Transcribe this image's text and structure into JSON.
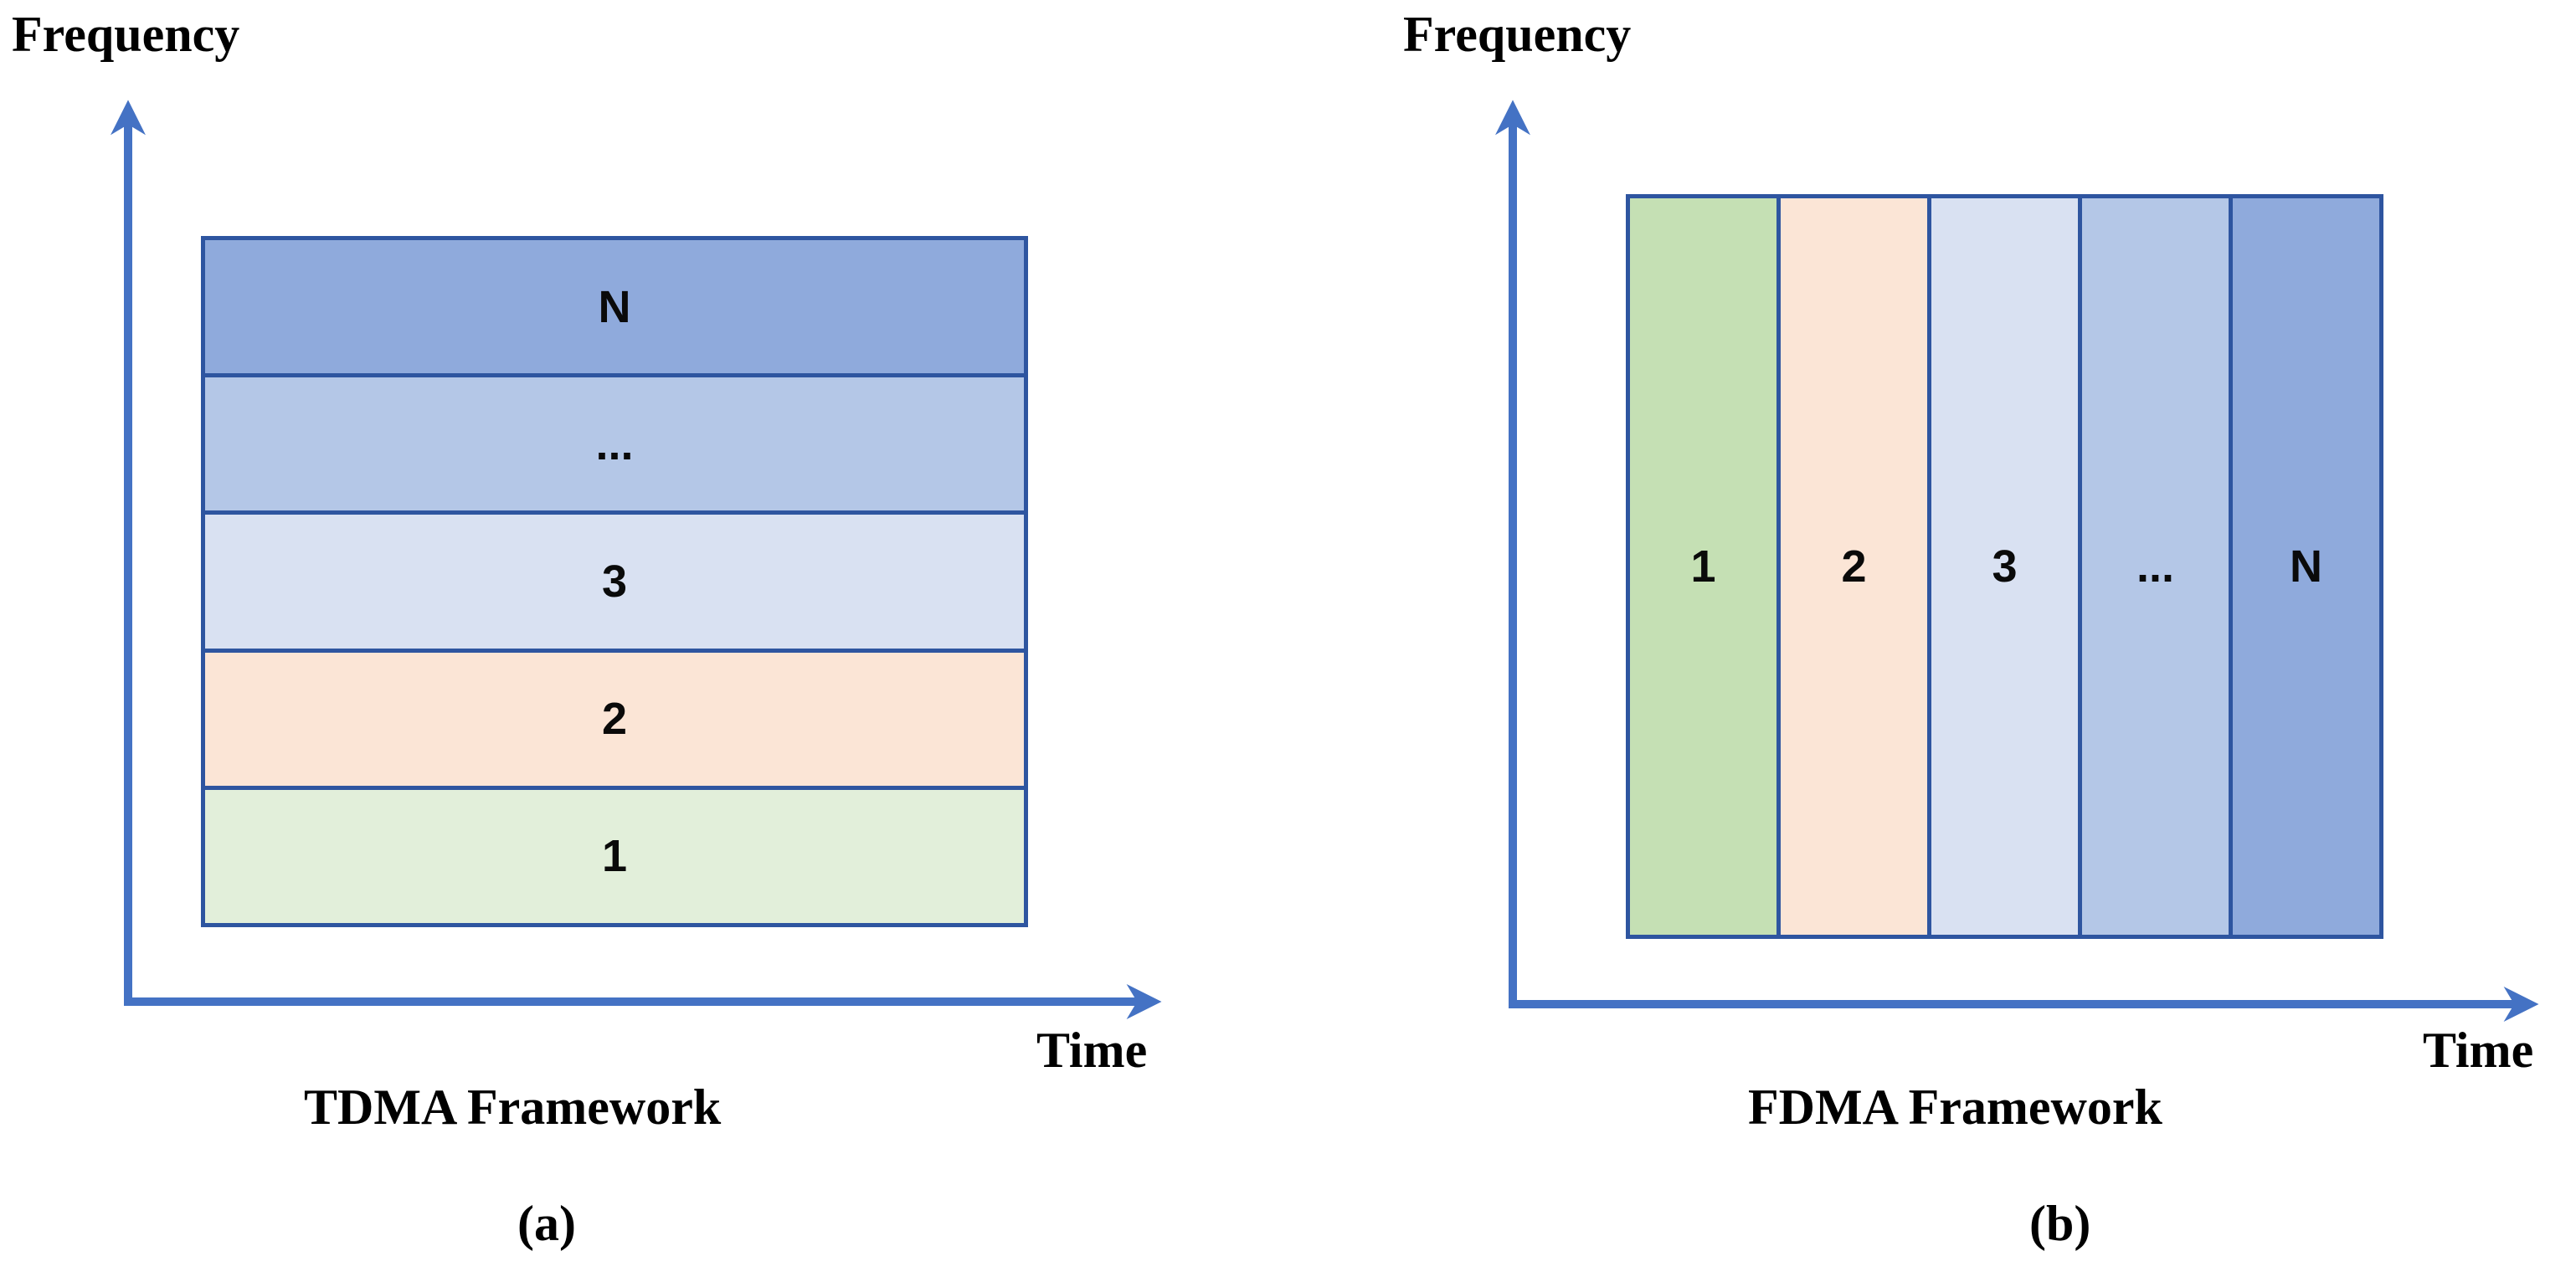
{
  "colors": {
    "axis": "#4472C4",
    "box_border": "#2E55A0",
    "label_text": "#000000"
  },
  "panel_a": {
    "y_axis_label": "Frequency",
    "x_axis_label": "Time",
    "caption": "TDMA Framework",
    "subcaption": "(a)",
    "slots": [
      {
        "label": "N",
        "color": "#8FAADC"
      },
      {
        "label": "...",
        "color": "#B4C7E7"
      },
      {
        "label": "3",
        "color": "#D9E1F2"
      },
      {
        "label": "2",
        "color": "#FBE5D6"
      },
      {
        "label": "1",
        "color": "#E2EFDA"
      }
    ]
  },
  "panel_b": {
    "y_axis_label": "Frequency",
    "x_axis_label": "Time",
    "caption": "FDMA Framework",
    "subcaption": "(b)",
    "slots": [
      {
        "label": "1",
        "color": "#C5E0B4"
      },
      {
        "label": "2",
        "color": "#FBE5D6"
      },
      {
        "label": "3",
        "color": "#D9E1F2"
      },
      {
        "label": "...",
        "color": "#B4C7E7"
      },
      {
        "label": "N",
        "color": "#8FAADC"
      }
    ]
  }
}
